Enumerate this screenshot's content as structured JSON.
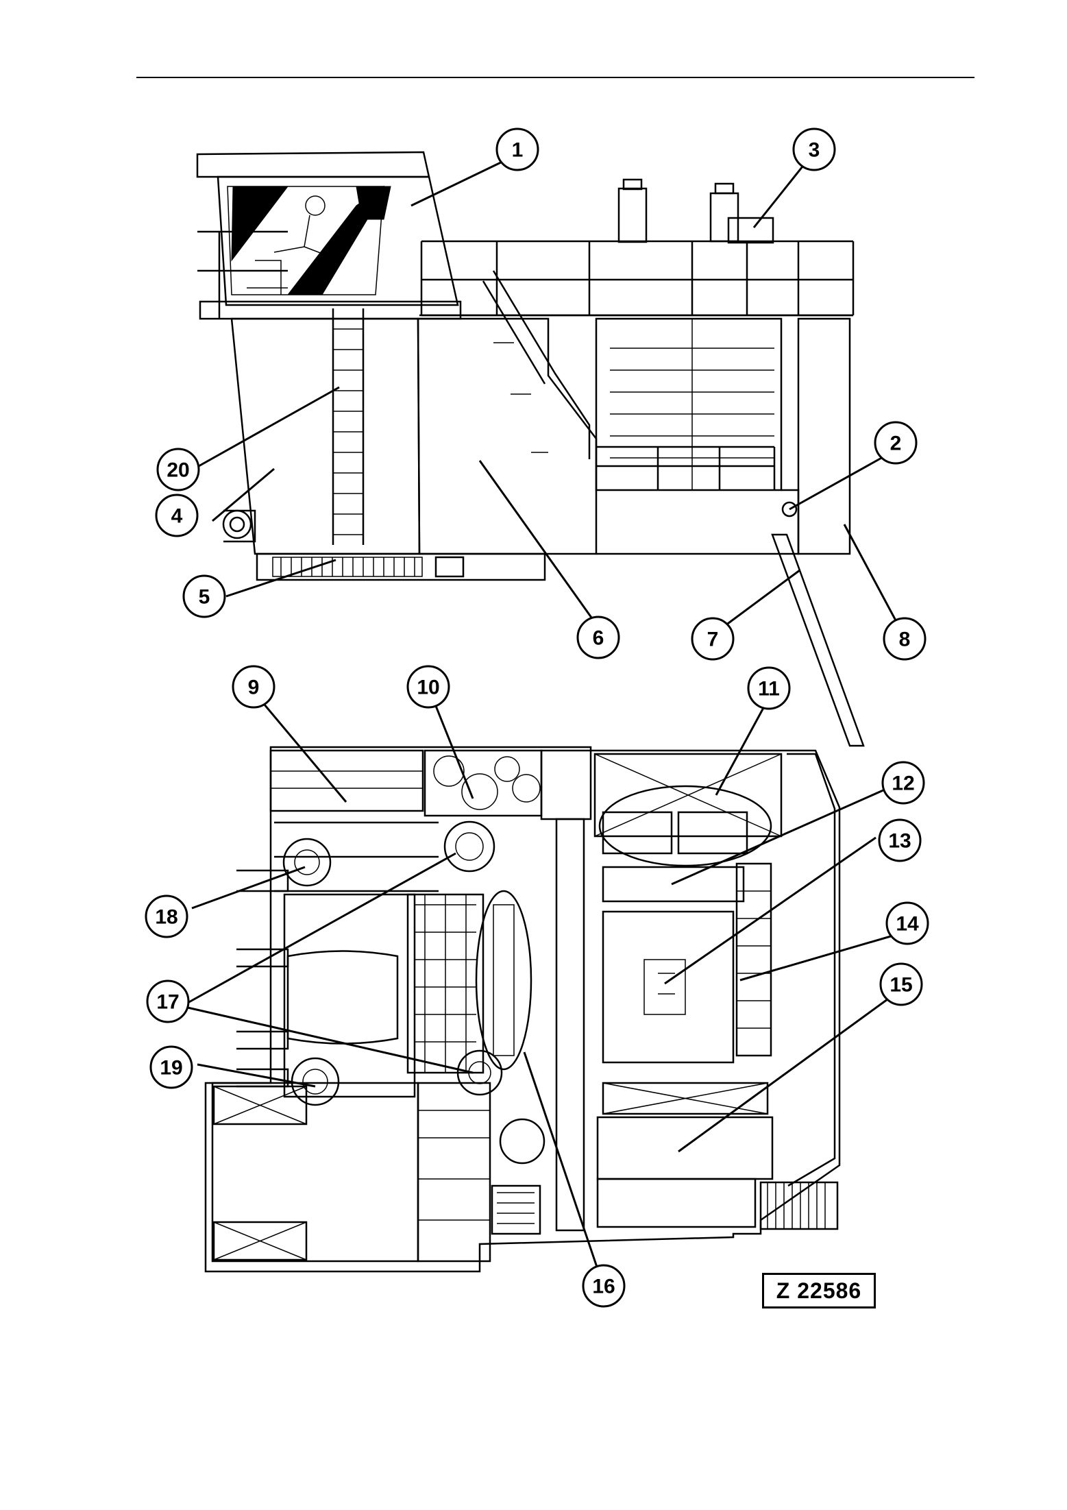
{
  "figure_id": "Z 22586",
  "side_view_callouts": [
    "1",
    "2",
    "3",
    "4",
    "5",
    "6",
    "7",
    "8",
    "20"
  ],
  "top_view_callouts": [
    "9",
    "10",
    "11",
    "12",
    "13",
    "14",
    "15",
    "16",
    "17",
    "18",
    "19"
  ],
  "icons": [
    "operator-figure",
    "ventilation-grille",
    "ladder"
  ]
}
